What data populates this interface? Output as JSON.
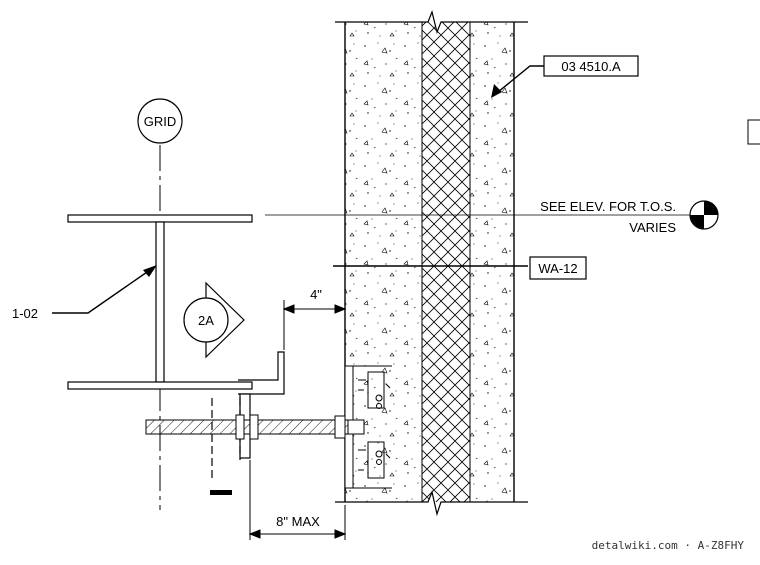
{
  "labels": {
    "grid": "GRID",
    "spec_note": "03 4510.A",
    "see_elev": "SEE ELEV. FOR T.O.S.",
    "varies": "VARIES",
    "wall_tag": "WA-12",
    "member_tag": "1-02",
    "section_tag": "2A",
    "dim_4in": "4\"",
    "dim_8max": "8\" MAX"
  },
  "watermark": "detalwiki.com · A-Z8FHY"
}
